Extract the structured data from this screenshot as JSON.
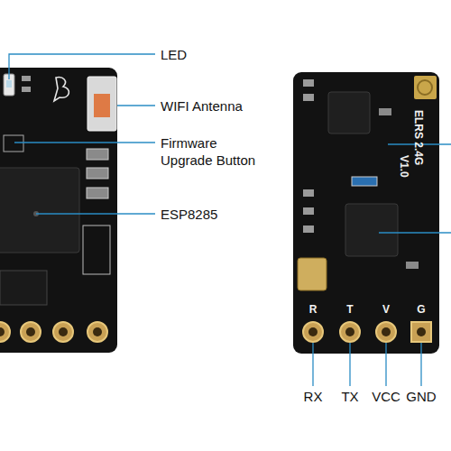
{
  "diagram": {
    "labels": [
      "LED",
      "WIFI Antenna",
      "Firmware Upgrade Button",
      "ESP8285",
      "ELRS 2.4G",
      "V1.0",
      "R",
      "T",
      "V",
      "G",
      "RX",
      "TX",
      "VCC",
      "GND"
    ]
  }
}
